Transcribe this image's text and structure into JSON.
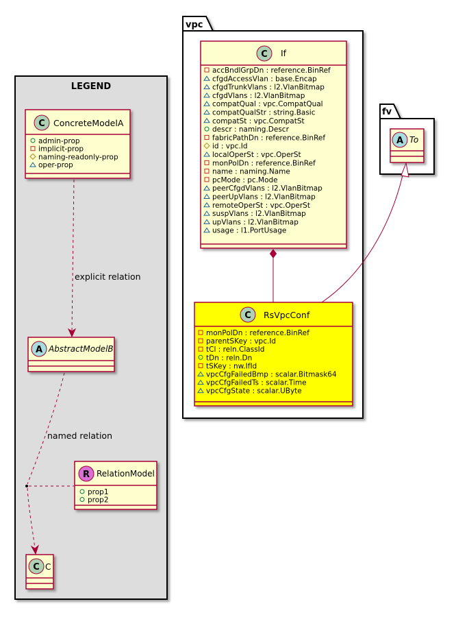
{
  "legend": {
    "title": "LEGEND",
    "concrete_model": {
      "name": "ConcreteModelA",
      "stereotype_letter": "C",
      "props": [
        {
          "vis": "+",
          "text": "admin-prop"
        },
        {
          "vis": "-",
          "text": "implicit-prop"
        },
        {
          "vis": "#",
          "text": "naming-readonly-prop"
        },
        {
          "vis": "~",
          "text": "oper-prop"
        }
      ]
    },
    "abstract_model": {
      "name": "AbstractModelB",
      "stereotype_letter": "A"
    },
    "relation_model": {
      "name": "RelationModel",
      "stereotype_letter": "R",
      "props": [
        {
          "vis": "+",
          "text": "prop1"
        },
        {
          "vis": "+",
          "text": "prop2"
        }
      ]
    },
    "class_c": {
      "name": "C",
      "stereotype_letter": "C"
    },
    "explicit_relation_label": "explicit relation",
    "named_relation_label": "named relation"
  },
  "packages": {
    "vpc": {
      "tab": "vpc",
      "class_if": {
        "name": "If",
        "stereotype_letter": "C",
        "props": [
          {
            "vis": "-",
            "text": "accBndlGrpDn : reference.BinRef"
          },
          {
            "vis": "~",
            "text": "cfgdAccessVlan : base.Encap"
          },
          {
            "vis": "~",
            "text": "cfgdTrunkVlans : l2.VlanBitmap"
          },
          {
            "vis": "~",
            "text": "cfgdVlans : l2.VlanBitmap"
          },
          {
            "vis": "~",
            "text": "compatQual : vpc.CompatQual"
          },
          {
            "vis": "~",
            "text": "compatQualStr : string.Basic"
          },
          {
            "vis": "~",
            "text": "compatSt : vpc.CompatSt"
          },
          {
            "vis": "+",
            "text": "descr : naming.Descr"
          },
          {
            "vis": "-",
            "text": "fabricPathDn : reference.BinRef"
          },
          {
            "vis": "#",
            "text": "id : vpc.Id"
          },
          {
            "vis": "~",
            "text": "localOperSt : vpc.OperSt"
          },
          {
            "vis": "-",
            "text": "monPolDn : reference.BinRef"
          },
          {
            "vis": "-",
            "text": "name : naming.Name"
          },
          {
            "vis": "-",
            "text": "pcMode : pc.Mode"
          },
          {
            "vis": "~",
            "text": "peerCfgdVlans : l2.VlanBitmap"
          },
          {
            "vis": "~",
            "text": "peerUpVlans : l2.VlanBitmap"
          },
          {
            "vis": "~",
            "text": "remoteOperSt : vpc.OperSt"
          },
          {
            "vis": "~",
            "text": "suspVlans : l2.VlanBitmap"
          },
          {
            "vis": "~",
            "text": "upVlans : l2.VlanBitmap"
          },
          {
            "vis": "~",
            "text": "usage : l1.PortUsage"
          }
        ]
      },
      "class_rsvpcconf": {
        "name": "RsVpcConf",
        "stereotype_letter": "C",
        "highlight_color": "#FFFF00",
        "props": [
          {
            "vis": "-",
            "text": "monPolDn : reference.BinRef"
          },
          {
            "vis": "-",
            "text": "parentSKey : vpc.Id"
          },
          {
            "vis": "-",
            "text": "tCl : reln.ClassId"
          },
          {
            "vis": "+",
            "text": "tDn : reln.Dn"
          },
          {
            "vis": "-",
            "text": "tSKey : nw.IfId"
          },
          {
            "vis": "~",
            "text": "vpcCfgFailedBmp : scalar.Bitmask64"
          },
          {
            "vis": "~",
            "text": "vpcCfgFailedTs : scalar.Time"
          },
          {
            "vis": "~",
            "text": "vpcCfgState : scalar.UByte"
          }
        ]
      }
    },
    "fv": {
      "tab": "fv",
      "class_to": {
        "name": "To",
        "stereotype_letter": "A"
      }
    }
  },
  "colors": {
    "class_fill": "#FEFECE",
    "class_border": "#A80036",
    "highlight_fill": "#FFFF00",
    "legend_fill": "#DDDDDD",
    "circle_c": "#ADD1B2",
    "circle_a": "#A9DCDF",
    "circle_r": "#DA70D6",
    "vis_public": "#038048",
    "vis_private": "#C82930",
    "vis_protected": "#B38D22",
    "vis_package": "#1963A0"
  }
}
